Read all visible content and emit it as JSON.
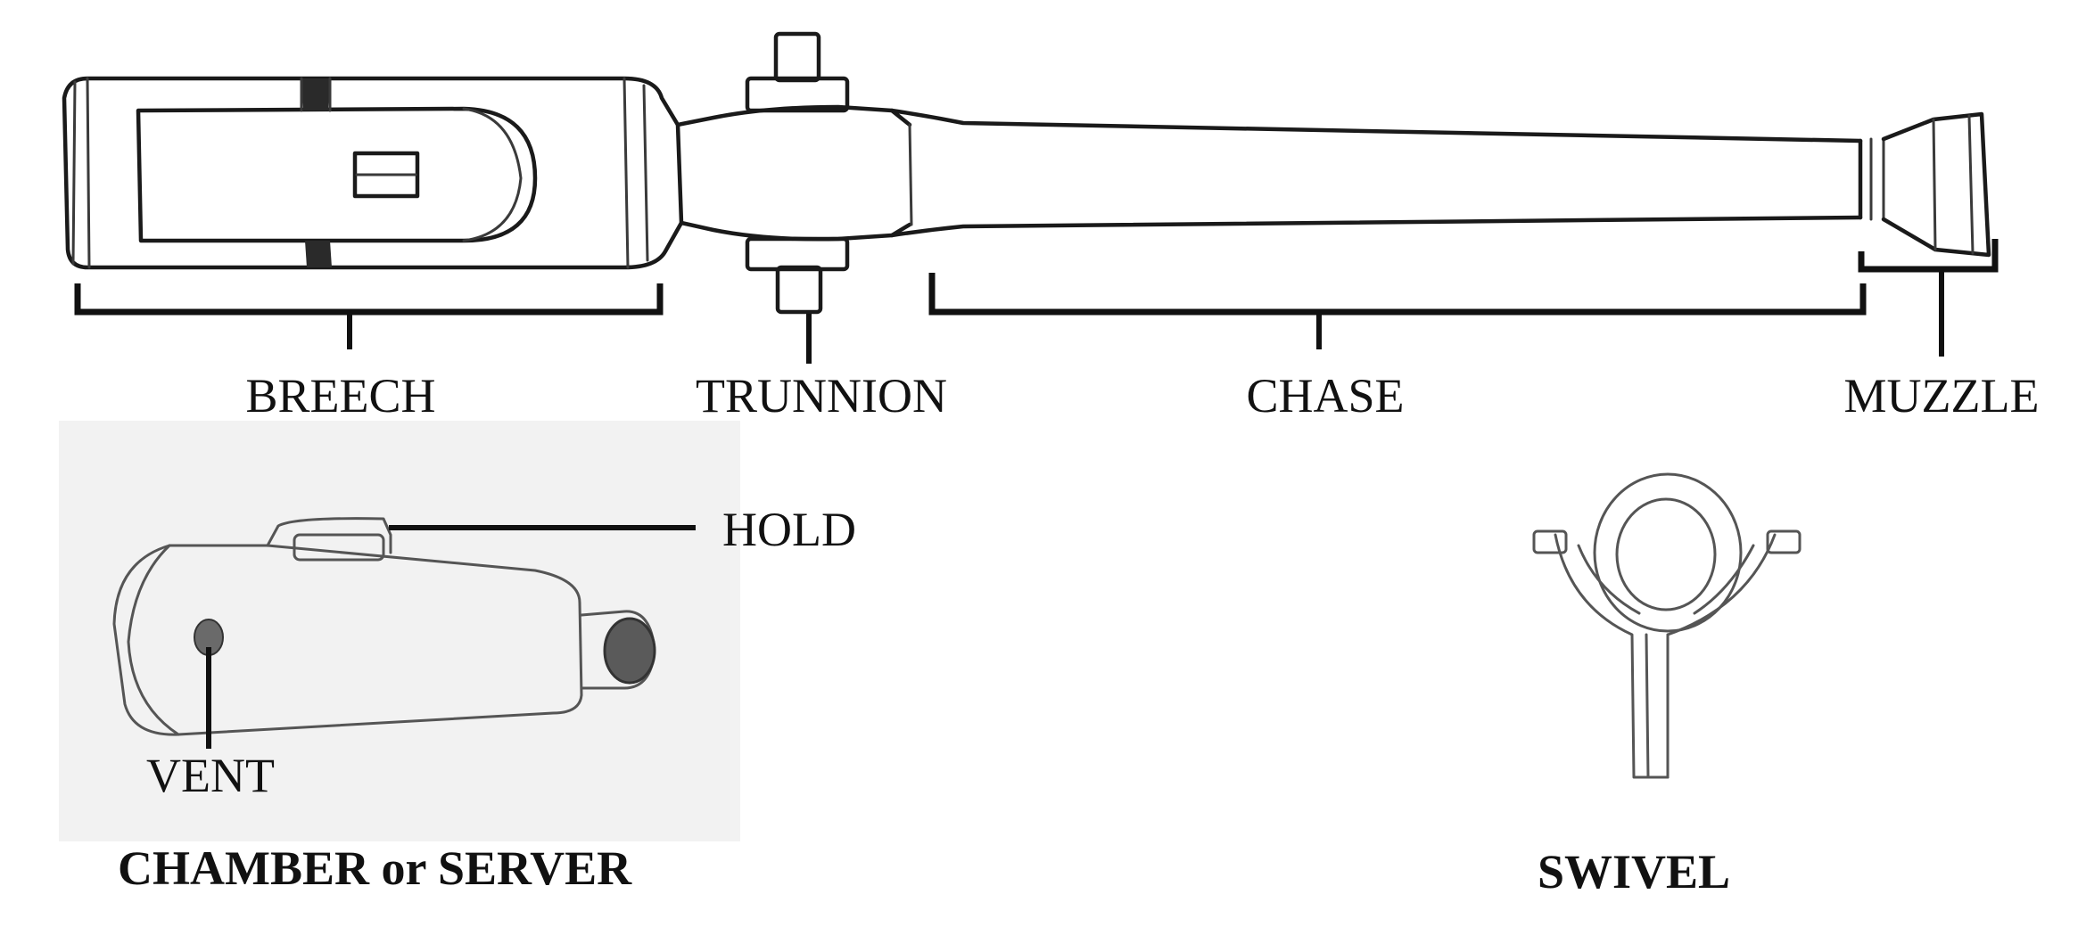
{
  "labels": {
    "breech": "BREECH",
    "trunnion": "TRUNNION",
    "chase": "CHASE",
    "muzzle": "MUZZLE",
    "hold": "HOLD",
    "vent": "VENT",
    "chamber": "CHAMBER or SERVER",
    "swivel": "SWIVEL"
  },
  "colors": {
    "ink": "#111111",
    "pencil": "#1a1a1a",
    "photo_background": "#f2f2f2",
    "page_background": "#ffffff"
  }
}
